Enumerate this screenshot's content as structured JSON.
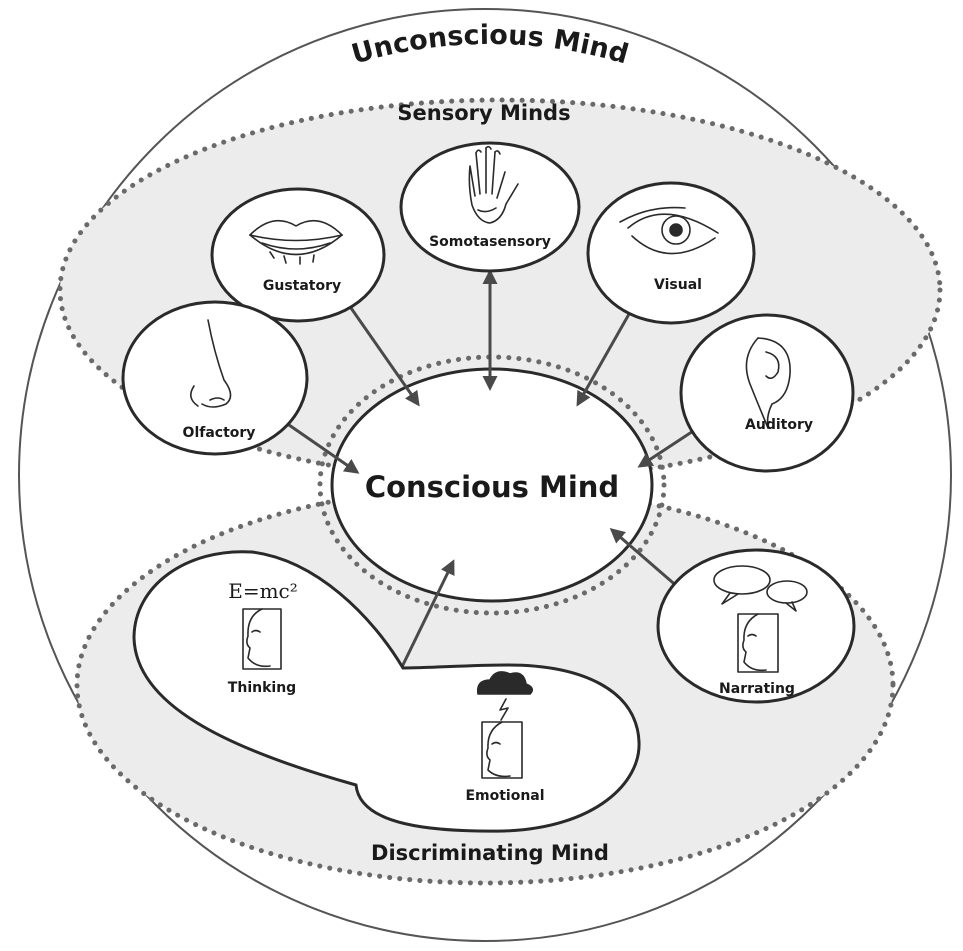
{
  "diagram": {
    "outer_label": "Unconscious Mind",
    "sensory_label": "Sensory Minds",
    "center_label": "Conscious Mind",
    "discriminating_label": "Discriminating Mind",
    "sensory_nodes": [
      {
        "label": "Somotasensory",
        "icon": "hand-icon"
      },
      {
        "label": "Gustatory",
        "icon": "lips-icon"
      },
      {
        "label": "Visual",
        "icon": "eye-icon"
      },
      {
        "label": "Olfactory",
        "icon": "nose-icon"
      },
      {
        "label": "Auditory",
        "icon": "ear-icon"
      }
    ],
    "discriminating_nodes": [
      {
        "label": "Thinking",
        "icon": "head-formula-icon",
        "formula": "E=mc²"
      },
      {
        "label": "Emotional",
        "icon": "head-storm-cloud-icon"
      },
      {
        "label": "Narrating",
        "icon": "head-speech-bubbles-icon"
      }
    ],
    "colors": {
      "region_fill": "#ececec",
      "outline": "#2a2a2a",
      "arrow": "#4a4a4a"
    }
  }
}
